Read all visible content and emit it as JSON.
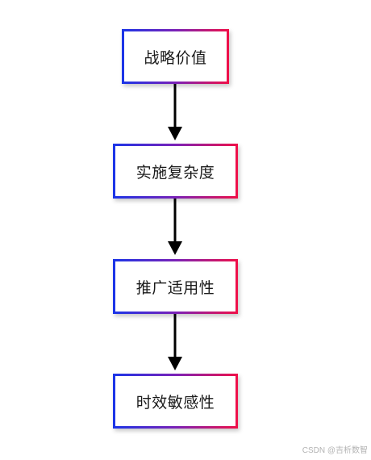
{
  "flow": {
    "steps": [
      {
        "label": "战略价值"
      },
      {
        "label": "实施复杂度"
      },
      {
        "label": "推广适用性"
      },
      {
        "label": "时效敏感性"
      }
    ]
  },
  "watermark": "CSDN @吉析数智"
}
